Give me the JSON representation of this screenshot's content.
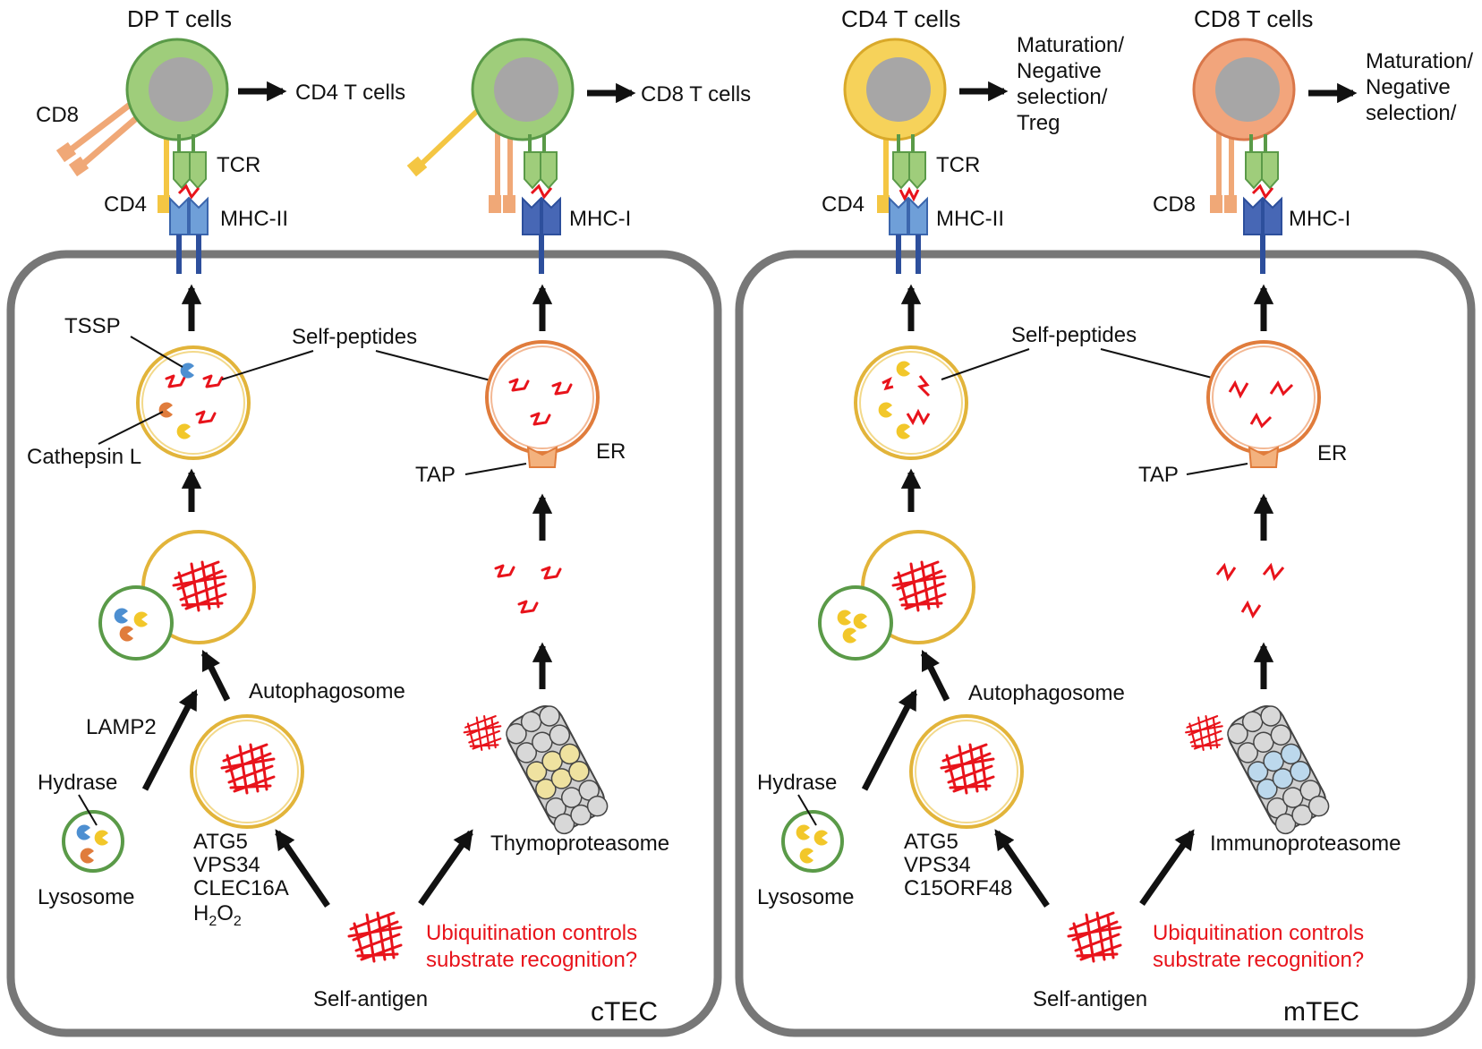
{
  "colors": {
    "cell_border": "#777777",
    "lysosome": "#5a9a48",
    "vesicle": "#e2b43a",
    "er": "#e07c3c",
    "peptide": "#e8131b",
    "tcr": "#5a9a48",
    "mhc2": "#6f9fd8",
    "mhc1": "#4767b5",
    "dp_cell": "#9fcd7b",
    "cd4_cell": "#f6d25a",
    "cd8_cell": "#f2a57c",
    "nucleus": "#a7a6a6",
    "cd4_coreceptor": "#f4c643",
    "cd8_coreceptor": "#f0a877",
    "thymoproteasome_band": "#efe2a0",
    "immunoproteasome_band": "#bcd8ec"
  },
  "ctec": {
    "cell_name": "cTEC",
    "top_cell_1": "DP T cells",
    "output_1": "CD4 T cells",
    "output_2": "CD8 T cells",
    "cd8_label": "CD8",
    "cd4_label": "CD4",
    "tcr_label": "TCR",
    "mhc2_label": "MHC-II",
    "mhc1_label": "MHC-I",
    "tssp": "TSSP",
    "self_peptides": "Self-peptides",
    "cathepsin": "Cathepsin L",
    "tap": "TAP",
    "er": "ER",
    "autophagosome": "Autophagosome",
    "lamp2": "LAMP2",
    "hydrase": "Hydrase",
    "lysosome": "Lysosome",
    "factors": [
      "ATG5",
      "VPS34",
      "CLEC16A"
    ],
    "h2o2_main": "H",
    "h2o2_sub1": "2",
    "h2o2_mid": "O",
    "h2o2_sub2": "2",
    "proteasome": "Thymoproteasome",
    "ubiquitination": [
      "Ubiquitination controls",
      "substrate recognition?"
    ],
    "self_antigen": "Self-antigen"
  },
  "mtec": {
    "cell_name": "mTEC",
    "top_cell_1": "CD4 T cells",
    "top_cell_2": "CD8 T cells",
    "fate_1": [
      "Maturation/",
      "Negative",
      "selection/",
      "Treg"
    ],
    "fate_2": [
      "Maturation/",
      "Negative",
      "selection/"
    ],
    "cd4_label": "CD4",
    "cd8_label": "CD8",
    "tcr_label": "TCR",
    "mhc2_label": "MHC-II",
    "mhc1_label": "MHC-I",
    "self_peptides": "Self-peptides",
    "tap": "TAP",
    "er": "ER",
    "autophagosome": "Autophagosome",
    "hydrase": "Hydrase",
    "lysosome": "Lysosome",
    "factors": [
      "ATG5",
      "VPS34",
      "C15ORF48"
    ],
    "proteasome": "Immunoproteasome",
    "ubiquitination": [
      "Ubiquitination controls",
      "substrate recognition?"
    ],
    "self_antigen": "Self-antigen"
  }
}
